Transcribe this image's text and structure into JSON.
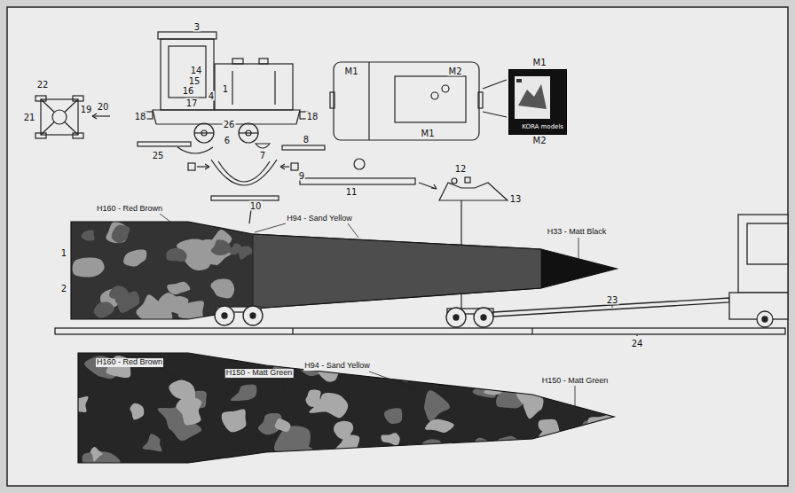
{
  "diagram": {
    "nodes": [
      {
        "text": [
          "KORA models"
        ]
      }
    ],
    "labels": [
      "22",
      "3",
      "M1",
      "M2",
      "M1",
      "14",
      "15",
      "4",
      "1",
      "16",
      "17",
      "21",
      "19",
      "20",
      "18",
      "18",
      "26",
      "6",
      "M1",
      "M2",
      "8",
      "7",
      "25",
      "9",
      "12",
      "11",
      "10",
      "13",
      "H160 - Red Brown",
      "H94 - Sand Yellow",
      "H33 - Matt Black",
      "1",
      "2",
      "23",
      "24",
      "H160 - Red Brown",
      "H94 - Sand Yellow",
      "H150 - Matt Green",
      "H150 - Matt Green"
    ]
  }
}
